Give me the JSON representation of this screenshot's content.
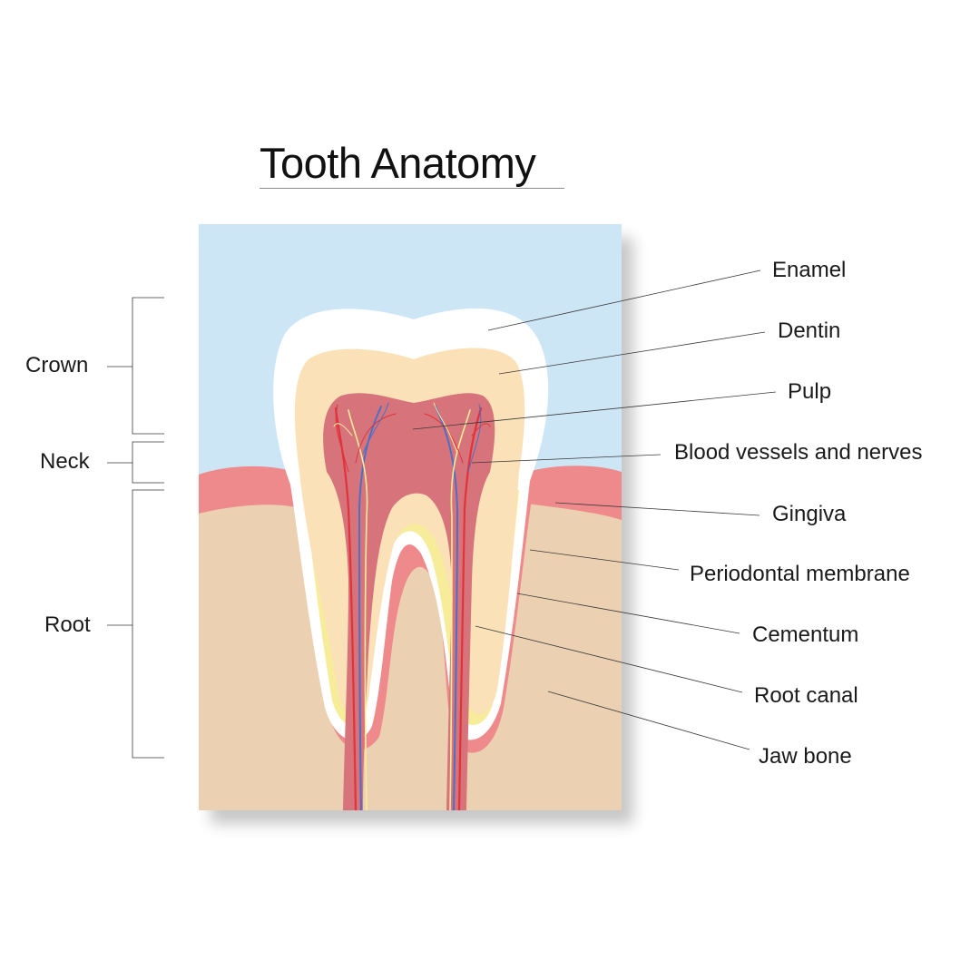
{
  "title": "Tooth Anatomy",
  "parts": {
    "enamel": "Enamel",
    "dentin": "Dentin",
    "pulp": "Pulp",
    "blood_vessels": "Blood vessels and nerves",
    "gingiva": "Gingiva",
    "periodontal_membrane": "Periodontal membrane",
    "cementum": "Cementum",
    "root_canal": "Root canal",
    "jaw_bone": "Jaw bone"
  },
  "regions": {
    "crown": "Crown",
    "neck": "Neck",
    "root": "Root"
  },
  "colors": {
    "background_sky": "#cde6f6",
    "enamel": "#ffffff",
    "dentin": "#fbe1b8",
    "pulp": "#d7737a",
    "gingiva": "#ee8a8b",
    "jaw_bone": "#ebd0b2",
    "cementum": "#f7ec9a",
    "artery": "#e0333a",
    "vein": "#4a70c8"
  }
}
